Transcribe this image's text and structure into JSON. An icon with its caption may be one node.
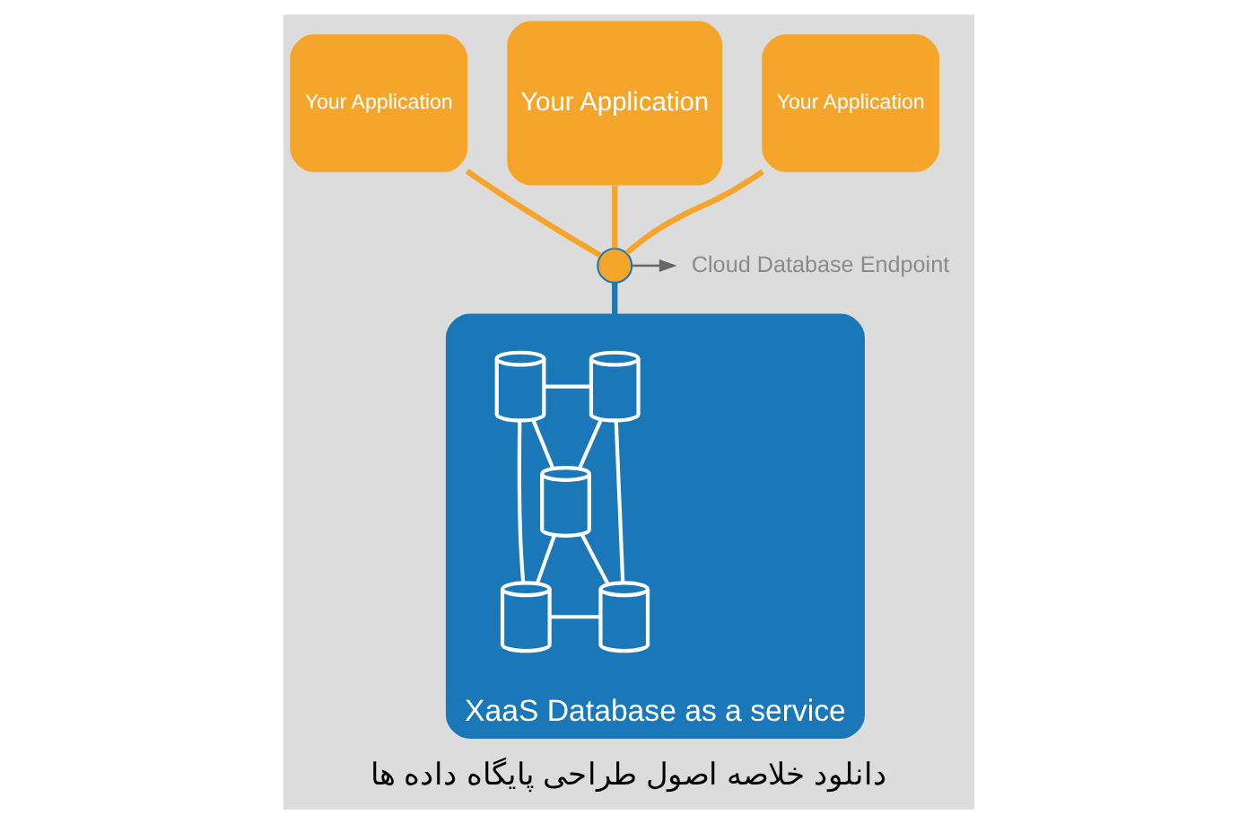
{
  "diagram": {
    "caption": "دانلود خلاصه اصول طراحی پایگاه داده ها",
    "nodes": [
      {
        "text": [
          "Your Application"
        ]
      },
      {
        "text": [
          "Your Application"
        ]
      },
      {
        "text": [
          "Your Application"
        ]
      },
      {
        "text": [],
        "shape": "circle"
      },
      {
        "text": [
          "Cloud Database Endpoint"
        ]
      },
      {
        "text": [
          "XaaS Database as a service"
        ]
      },
      {
        "text": [],
        "shape": "cylinder",
        "in": 5
      },
      {
        "text": [],
        "shape": "cylinder",
        "in": 5
      },
      {
        "text": [],
        "shape": "cylinder",
        "in": 5
      },
      {
        "text": [],
        "shape": "cylinder",
        "in": 5
      },
      {
        "text": [],
        "shape": "cylinder",
        "in": 5
      }
    ],
    "edges": [
      {
        "from": 0,
        "to": 3,
        "arrow": "none",
        "color": "#f5a52a"
      },
      {
        "from": 1,
        "to": 3,
        "arrow": "none",
        "color": "#f5a52a"
      },
      {
        "from": 2,
        "to": 3,
        "arrow": "none",
        "color": "#f5a52a"
      },
      {
        "from": 3,
        "to": 5,
        "arrow": "none",
        "color": "#1a78b8"
      },
      {
        "from": 3,
        "to": 4,
        "arrow": "to",
        "color": "#666666"
      },
      {
        "from": 6,
        "to": 7,
        "arrow": "none"
      },
      {
        "from": 6,
        "to": 9,
        "arrow": "none"
      },
      {
        "from": 7,
        "to": 10,
        "arrow": "none"
      },
      {
        "from": 9,
        "to": 10,
        "arrow": "none"
      },
      {
        "from": 6,
        "to": 8,
        "arrow": "none"
      },
      {
        "from": 7,
        "to": 8,
        "arrow": "none"
      },
      {
        "from": 8,
        "to": 9,
        "arrow": "none"
      },
      {
        "from": 8,
        "to": 10,
        "arrow": "none"
      }
    ]
  }
}
